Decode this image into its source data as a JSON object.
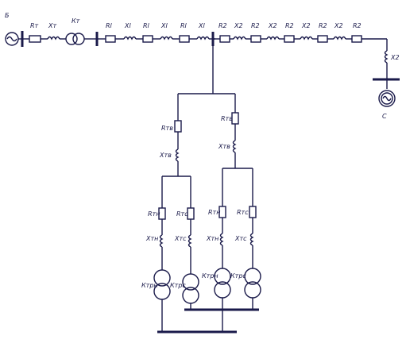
{
  "source": {
    "left": "Б",
    "right": "С"
  },
  "main_line": {
    "labels": [
      "Rт",
      "Xт",
      "Кт",
      "Rl",
      "Xl",
      "Rl",
      "Xl",
      "Rl",
      "Xl",
      "R2",
      "X2",
      "R2",
      "X2",
      "R2",
      "X2",
      "R2",
      "X2",
      "R2"
    ],
    "drop_label": "X2"
  },
  "branches": {
    "left_r": "Rтв",
    "left_x": "Xтв",
    "right_r": "Rтв",
    "right_x": "Xтв"
  },
  "feeders": [
    {
      "r": "Rтн",
      "x": "Xтн",
      "tr": "Ктрн"
    },
    {
      "r": "Rтс",
      "x": "Xтс",
      "tr": "Ктрс"
    },
    {
      "r": "Rтн",
      "x": "Xтн",
      "tr": "Ктрн"
    },
    {
      "r": "Rтс",
      "x": "Xтс",
      "tr": "Ктрс"
    }
  ]
}
